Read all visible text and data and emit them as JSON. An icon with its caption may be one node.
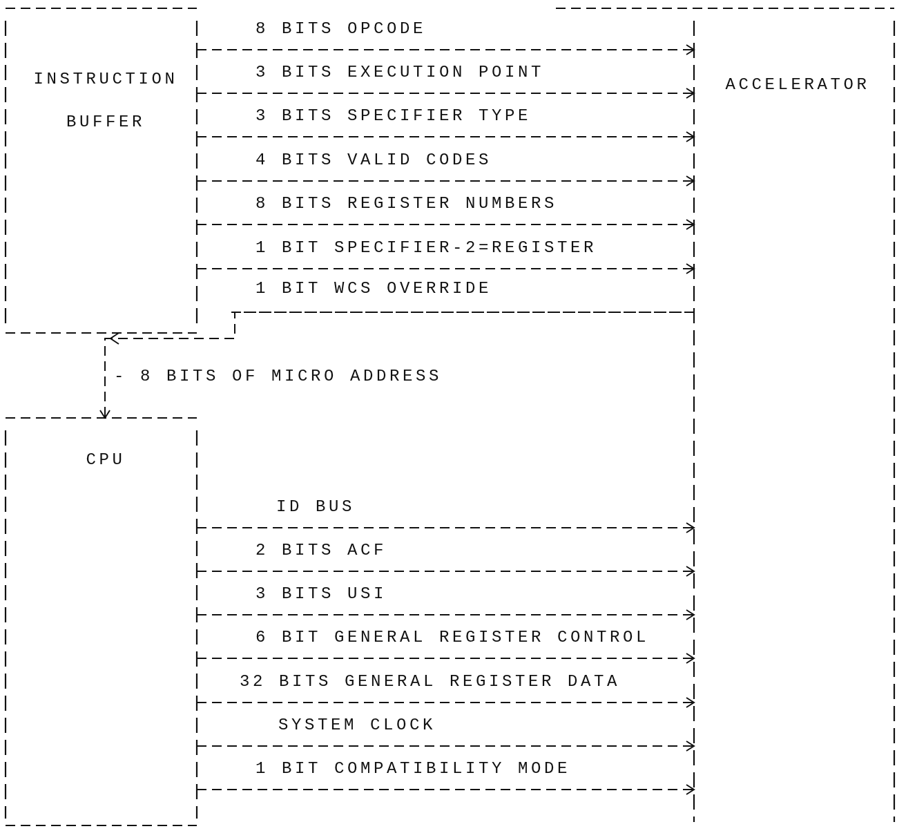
{
  "diagram": {
    "nodes": [
      {
        "text": [
          "INSTRUCTION BUFFER"
        ]
      },
      {
        "text": [
          "ACCELERATOR"
        ]
      },
      {
        "text": [
          "CPU"
        ]
      }
    ],
    "edges": [
      {
        "from": 0,
        "to": 1,
        "arrow": "to",
        "label": "8 BITS OPCODE"
      },
      {
        "from": 0,
        "to": 1,
        "arrow": "to",
        "label": "3 BITS EXECUTION POINT"
      },
      {
        "from": 0,
        "to": 1,
        "arrow": "to",
        "label": "3 BITS SPECIFIER TYPE"
      },
      {
        "from": 0,
        "to": 1,
        "arrow": "to",
        "label": "4 BITS VALID CODES"
      },
      {
        "from": 0,
        "to": 1,
        "arrow": "to",
        "label": "8 BITS REGISTER NUMBERS"
      },
      {
        "from": 0,
        "to": 1,
        "arrow": "to",
        "label": "1 BIT SPECIFIER-2=REGISTER"
      },
      {
        "from": 1,
        "to": 2,
        "arrow": "to",
        "label": "- 8 BITS OF MICRO ADDRESS"
      },
      {
        "from": 2,
        "to": 1,
        "arrow": "to",
        "label": "ID BUS"
      },
      {
        "from": 2,
        "to": 1,
        "arrow": "to",
        "label": "2 BITS ACF"
      },
      {
        "from": 2,
        "to": 1,
        "arrow": "to",
        "label": "3 BITS USI"
      },
      {
        "from": 2,
        "to": 1,
        "arrow": "to",
        "label": "6 BIT GENERAL REGISTER CONTROL"
      },
      {
        "from": 2,
        "to": 1,
        "arrow": "to",
        "label": "32 BITS GENERAL REGISTER DATA"
      },
      {
        "from": 2,
        "to": 1,
        "arrow": "to",
        "label": "SYSTEM CLOCK"
      },
      {
        "from": 2,
        "to": 1,
        "arrow": "to",
        "label": "1 BIT COMPATIBILITY MODE"
      }
    ],
    "labels": [
      "1 BIT WCS OVERRIDE"
    ]
  }
}
